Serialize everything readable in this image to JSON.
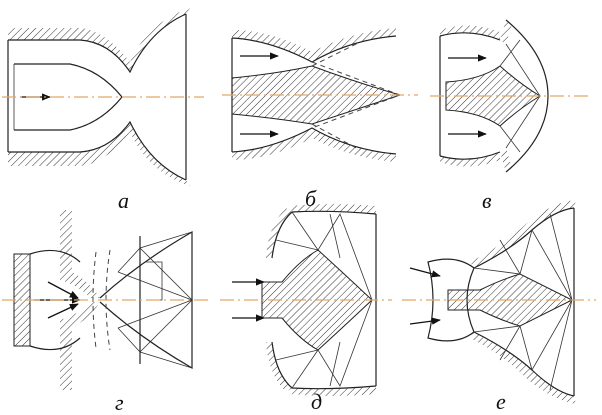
{
  "panels": [
    {
      "id": "a",
      "label": "а"
    },
    {
      "id": "b",
      "label": "б"
    },
    {
      "id": "v",
      "label": "в"
    },
    {
      "id": "g",
      "label": "г"
    },
    {
      "id": "d",
      "label": "д"
    },
    {
      "id": "e",
      "label": "е"
    }
  ],
  "colors": {
    "axis": "#e3a766",
    "line": "#222222",
    "background": "#ffffff"
  }
}
